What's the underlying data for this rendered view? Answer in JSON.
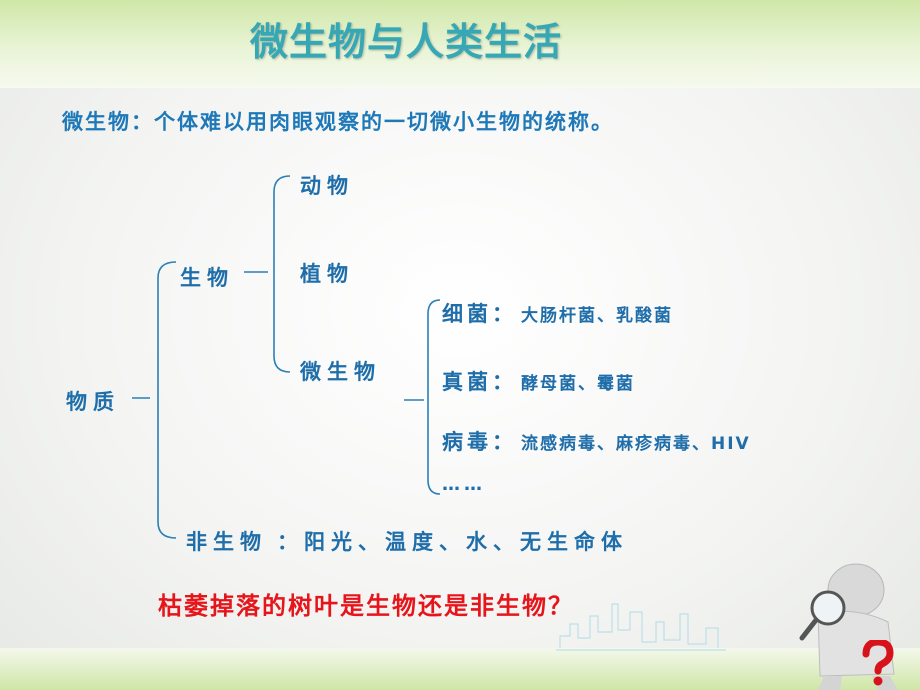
{
  "slide": {
    "title": "微生物与人类生活",
    "definition": "微生物：个体难以用肉眼观察的一切微小生物的统称。",
    "tree": {
      "root": "物质",
      "living": "生物",
      "animals": "动物",
      "plants": "植物",
      "microbes": "微生物",
      "bacteria": {
        "label": "细菌：",
        "examples": "大肠杆菌、乳酸菌"
      },
      "fungi": {
        "label": "真菌：",
        "examples": "酵母菌、霉菌"
      },
      "virus": {
        "label": "病毒：",
        "examples": "流感病毒、麻疹病毒、HIV"
      },
      "more": "……",
      "nonliving": {
        "label": "非生物",
        "examples": "：阳光、温度、水、无生命体"
      }
    },
    "question": "枯萎掉落的树叶是生物还是非生物？",
    "icons": {
      "decoration": "thinking-figure-magnifier-icon",
      "question_mark": "question-mark-icon"
    },
    "colors": {
      "title": "#35a7b5",
      "text": "#1f6eaa",
      "question": "#e6151b",
      "band": "#cfe7a8"
    }
  }
}
